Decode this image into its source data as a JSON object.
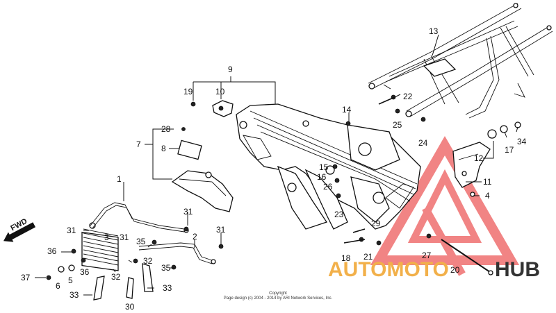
{
  "diagram": {
    "callouts": {
      "c1": "1",
      "c2": "2",
      "c3": "3",
      "c4": "4",
      "c5": "5",
      "c6": "6",
      "c7": "7",
      "c8": "8",
      "c9": "9",
      "c10": "10",
      "c11": "11",
      "c12": "12",
      "c13": "13",
      "c14": "14",
      "c15": "15",
      "c16": "16",
      "c17": "17",
      "c18": "18",
      "c19": "19",
      "c20": "20",
      "c21": "21",
      "c22": "22",
      "c23": "23",
      "c24": "24",
      "c25": "25",
      "c26": "26",
      "c27": "27",
      "c28": "28",
      "c29": "29",
      "c30": "30",
      "c31a": "31",
      "c31b": "31",
      "c31c": "31",
      "c31d": "31",
      "c32a": "32",
      "c32b": "32",
      "c33a": "33",
      "c33b": "33",
      "c34": "34",
      "c35a": "35",
      "c35b": "35",
      "c36a": "36",
      "c36b": "36",
      "c37": "37"
    },
    "fwd_label": "FWD",
    "copyright_line1": "Copyright",
    "copyright_line2": "Page design (c) 2004 - 2014 by ARI Network Services, Inc."
  },
  "watermark": {
    "brand_part1": "AUTOMOTO",
    "brand_part2": "HUB",
    "colors": {
      "triangle": "#ef6f6f",
      "text_orange": "#f2b04a",
      "text_red": "#e0464b",
      "text_dark": "#333333"
    }
  }
}
